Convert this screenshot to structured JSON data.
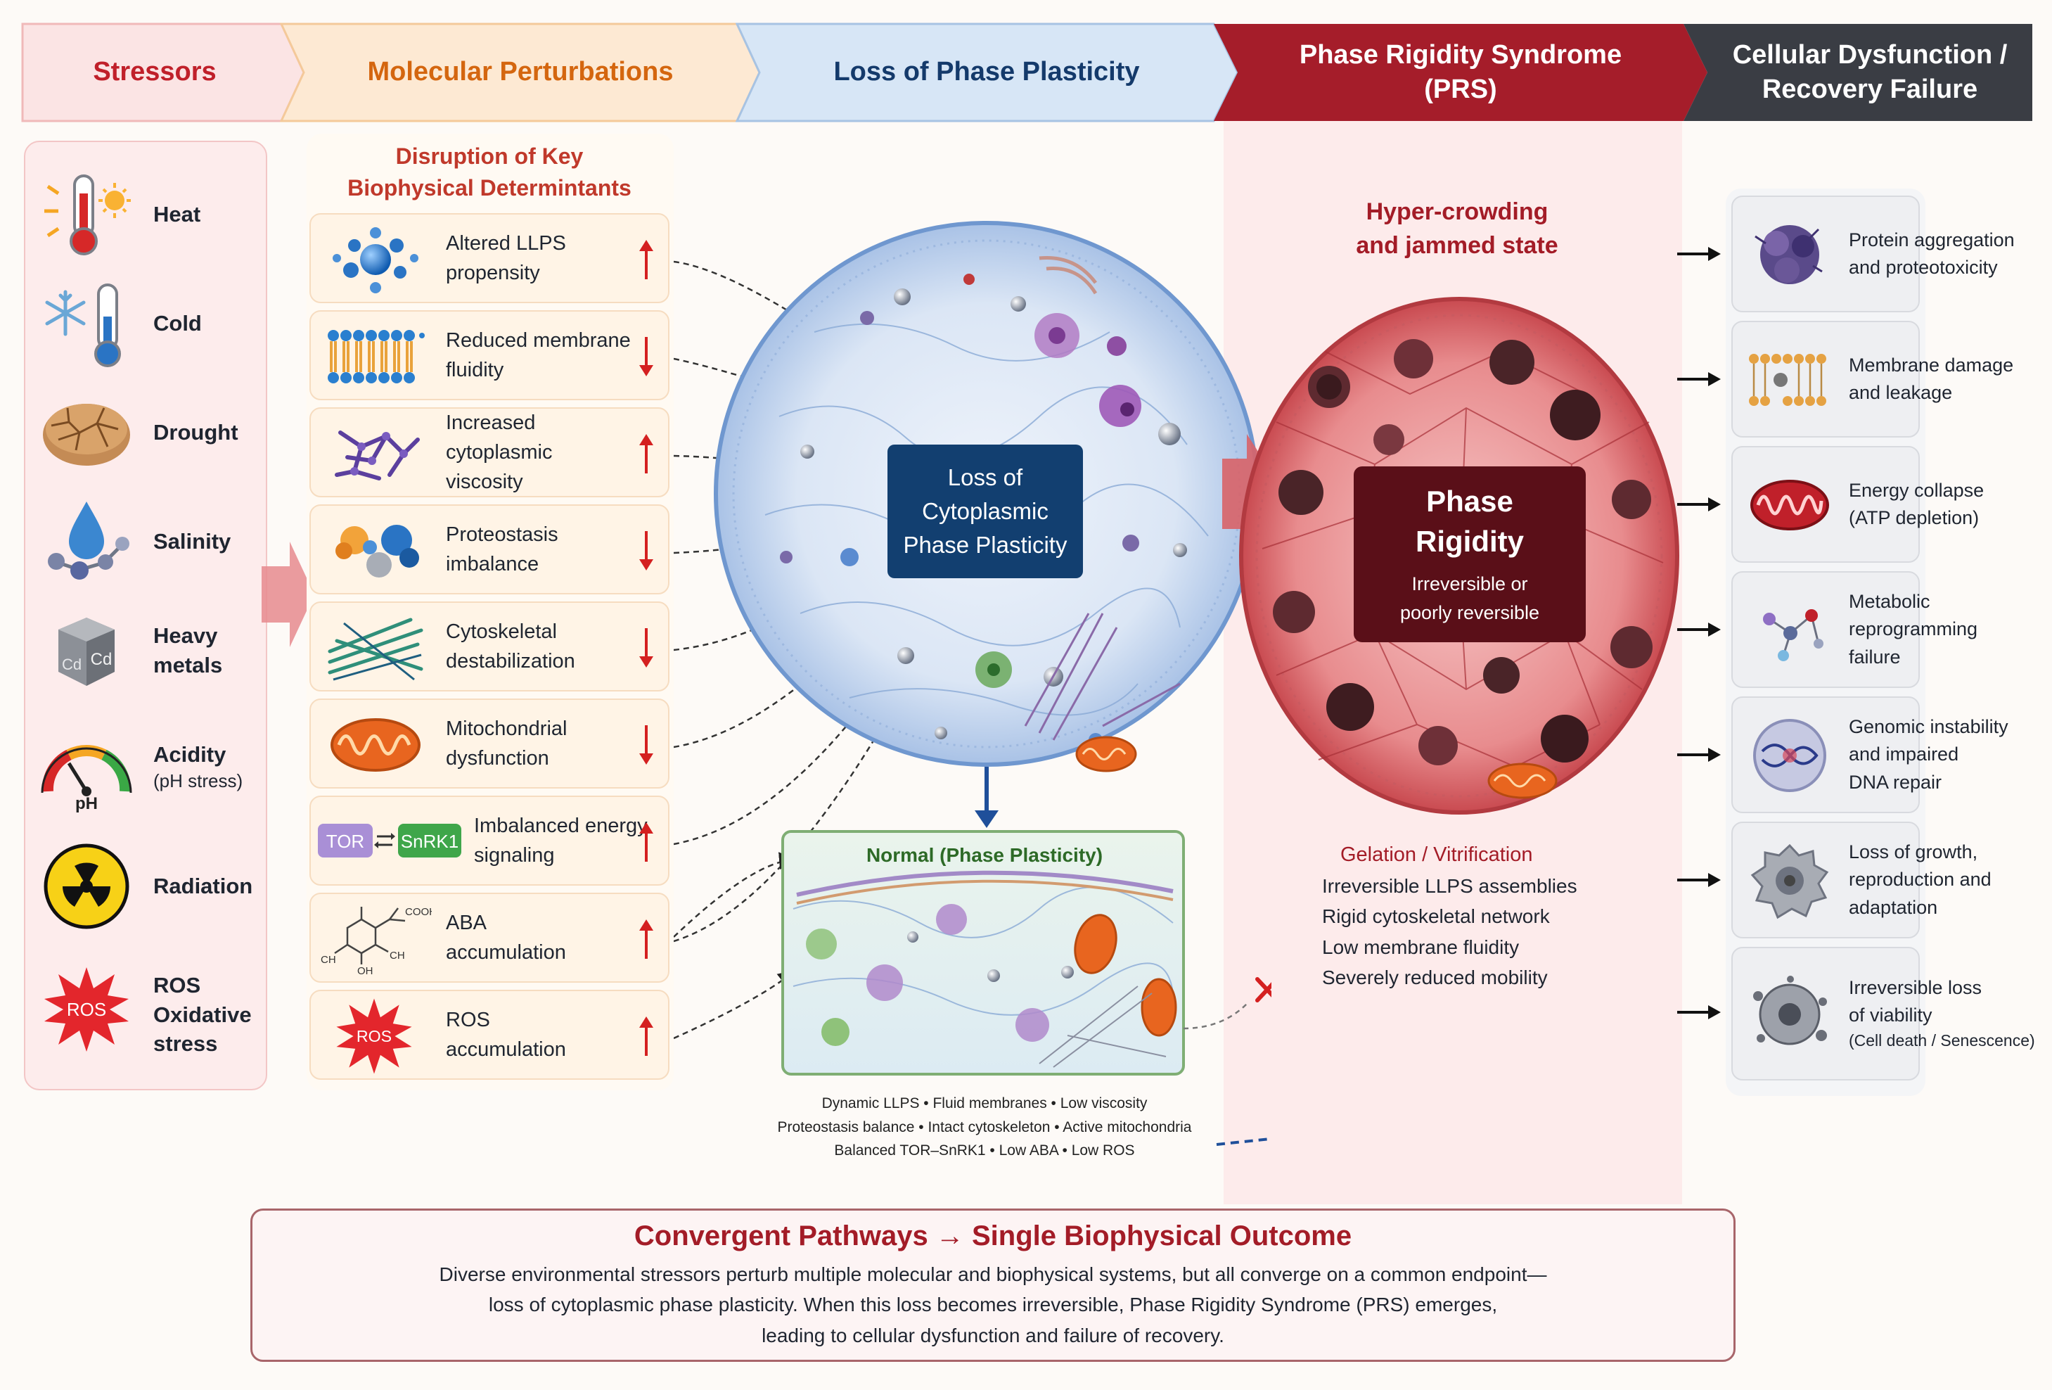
{
  "colors": {
    "stressors": "#c0202a",
    "molecular": "#d4660f",
    "plasticity": "#143a6b",
    "prs": "#a31c27",
    "dysfunction": "#3a3d44",
    "arrow_up": "#d42020"
  },
  "headers": {
    "stressors": "Stressors",
    "molecular": "Molecular Perturbations",
    "plasticity": "Loss of Phase Plasticity",
    "prs": [
      "Phase Rigidity Syndrome",
      "(PRS)"
    ],
    "dysfunction": [
      "Cellular Dysfunction /",
      "Recovery Failure"
    ]
  },
  "stressors": [
    {
      "icon": "thermometer-sun-icon",
      "label": [
        "Heat"
      ]
    },
    {
      "icon": "snowflake-thermometer-icon",
      "label": [
        "Cold"
      ]
    },
    {
      "icon": "cracked-earth-icon",
      "label": [
        "Drought"
      ]
    },
    {
      "icon": "salt-drop-icon",
      "label": [
        "Salinity"
      ]
    },
    {
      "icon": "cadmium-cube-icon",
      "label": [
        "Heavy",
        "metals"
      ],
      "cube_text": "Cd"
    },
    {
      "icon": "ph-gauge-icon",
      "label": [
        "Acidity",
        "(pH stress)"
      ],
      "gauge_text": "pH"
    },
    {
      "icon": "radiation-icon",
      "label": [
        "Radiation"
      ]
    },
    {
      "icon": "ros-burst-icon",
      "label": [
        "ROS",
        "Oxidative",
        "stress"
      ],
      "burst_text": "ROS"
    }
  ],
  "molecular": {
    "title": [
      "Disruption of Key",
      "Biophysical Determintants"
    ],
    "items": [
      {
        "icon": "llps-droplet-icon",
        "label": [
          "Altered LLPS",
          "propensity"
        ],
        "direction": "up"
      },
      {
        "icon": "membrane-bilayer-icon",
        "label": [
          "Reduced membrane",
          "fluidity"
        ],
        "direction": "down"
      },
      {
        "icon": "viscous-network-icon",
        "label": [
          "Increased cytoplasmic",
          "viscosity"
        ],
        "direction": "up"
      },
      {
        "icon": "proteostasis-icon",
        "label": [
          "Proteostasis",
          "imbalance"
        ],
        "direction": "down"
      },
      {
        "icon": "cytoskeleton-icon",
        "label": [
          "Cytoskeletal",
          "destabilization"
        ],
        "direction": "down"
      },
      {
        "icon": "mitochondrion-icon",
        "label": [
          "Mitochondrial",
          "dysfunction"
        ],
        "direction": "down"
      },
      {
        "icon": "tor-snrk1-icon",
        "label": [
          "Imbalanced energy",
          "signaling"
        ],
        "direction": "up",
        "tor": "TOR",
        "snrk": "SnRK1"
      },
      {
        "icon": "aba-molecule-icon",
        "label": [
          "ABA",
          "accumulation"
        ],
        "direction": "up",
        "chem": [
          "COOH",
          "OH",
          "CH",
          "CH"
        ]
      },
      {
        "icon": "ros-burst-icon",
        "label": [
          "ROS",
          "accumulation"
        ],
        "direction": "up",
        "burst_text": "ROS"
      }
    ]
  },
  "plasticity": {
    "box": [
      "Loss of",
      "Cytoplasmic",
      "Phase Plasticity"
    ],
    "normal_title": "Normal (Phase Plasticity)",
    "normal_features": [
      "Dynamic LLPS • Fluid membranes • Low viscosity",
      "Proteostasis balance • Intact cytoskeleton • Active mitochondria",
      "Balanced TOR–SnRK1 • Low ABA • Low ROS"
    ]
  },
  "prs": {
    "title": [
      "Hyper-crowding",
      "and jammed state"
    ],
    "box_title": [
      "Phase",
      "Rigidity"
    ],
    "box_sub": [
      "Irreversible or",
      "poorly reversible"
    ],
    "gelation_title": "Gelation / Vitrification",
    "gelation_items": [
      "Irreversible LLPS assemblies",
      "Rigid cytoskeletal network",
      "Low membrane fluidity",
      "Severely reduced mobility"
    ]
  },
  "outcomes": [
    {
      "icon": "protein-aggregate-icon",
      "label": [
        "Protein aggregation",
        "and proteotoxicity"
      ]
    },
    {
      "icon": "leaky-membrane-icon",
      "label": [
        "Membrane damage",
        "and leakage"
      ]
    },
    {
      "icon": "damaged-mitochondrion-icon",
      "label": [
        "Energy collapse",
        "(ATP depletion)"
      ]
    },
    {
      "icon": "metabolic-network-icon",
      "label": [
        "Metabolic",
        "reprogramming",
        "failure"
      ]
    },
    {
      "icon": "dna-nucleus-icon",
      "label": [
        "Genomic instability",
        "and impaired",
        "DNA repair"
      ]
    },
    {
      "icon": "damaged-cell-icon",
      "label": [
        "Loss of growth,",
        "reproduction and",
        "adaptation"
      ]
    },
    {
      "icon": "dying-cell-icon",
      "label": [
        "Irreversible loss",
        "of viability",
        "(Cell death / Senescence)"
      ]
    }
  ],
  "summary": {
    "title": "Convergent Pathways → Single Biophysical Outcome",
    "lines": [
      "Diverse environmental stressors perturb multiple molecular and biophysical systems, but all converge on a common endpoint—",
      "loss of cytoplasmic phase plasticity. When this loss becomes irreversible, Phase Rigidity Syndrome (PRS) emerges,",
      "leading to cellular dysfunction and failure of recovery."
    ]
  }
}
